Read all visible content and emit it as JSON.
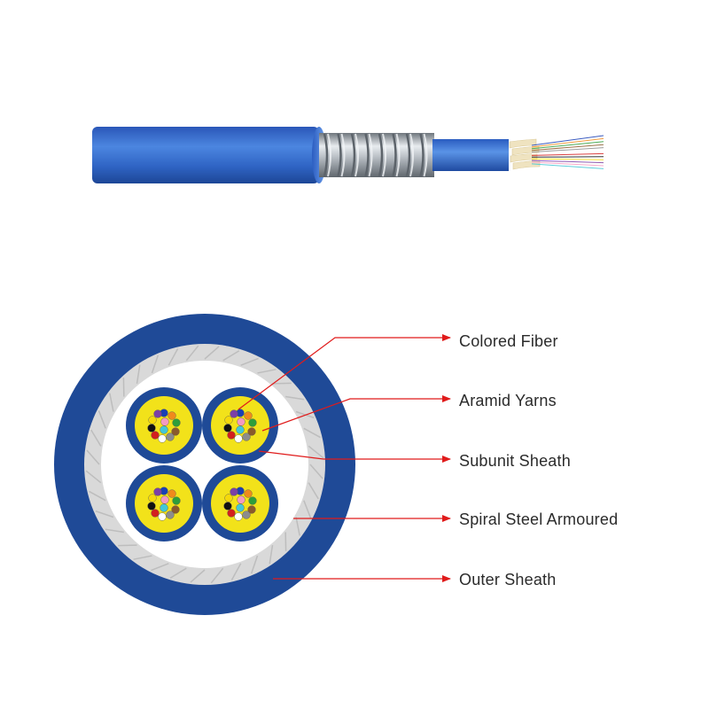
{
  "colors": {
    "outer_sheath": "#1f4a97",
    "outer_sheath_dark": "#163a7e",
    "armour_ring": "#d6d6d6",
    "filler": "#ffffff",
    "subunit_sheath": "#1f4a97",
    "aramid_yarn": "#f2e21a",
    "leader_line": "#e01b1b",
    "cable_blue": "#2f64c4",
    "steel": "#9aa1a8",
    "aramid_strand": "#efe3c0"
  },
  "callouts": [
    {
      "id": "colored-fiber",
      "label": "Colored Fiber"
    },
    {
      "id": "aramid-yarns",
      "label": "Aramid Yarns"
    },
    {
      "id": "subunit-sheath",
      "label": "Subunit Sheath"
    },
    {
      "id": "spiral-steel-armoured",
      "label": "Spiral Steel Armoured"
    },
    {
      "id": "outer-sheath",
      "label": "Outer Sheath"
    }
  ],
  "fiber_colors": [
    "#1a3fb5",
    "#f08a1c",
    "#2e9e3a",
    "#8a5a2b",
    "#8c8c8c",
    "#ffffff",
    "#d21f1f",
    "#111111",
    "#f5d90a",
    "#7b3fa6",
    "#f49ac1",
    "#43c7d6"
  ]
}
